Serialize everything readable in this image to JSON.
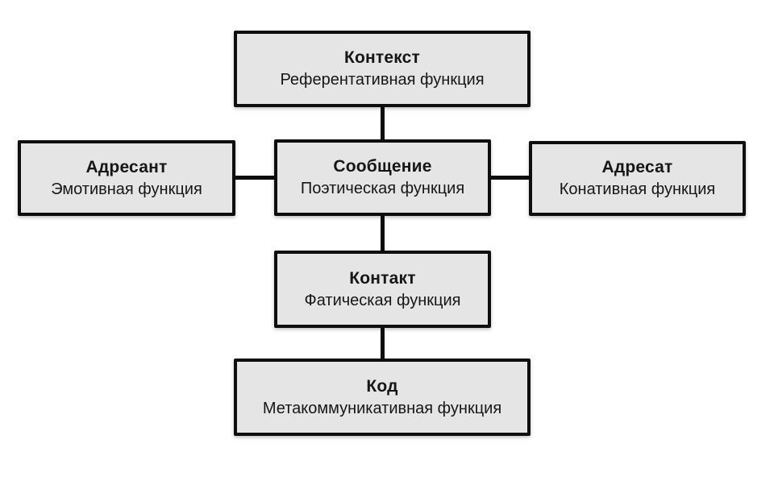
{
  "diagram": {
    "description": "Model of communication functions (Jakobson), Russian labels",
    "colors": {
      "background": "#ffffff",
      "box_fill": "#e4e5e4",
      "box_border": "#0e0e0e",
      "text": "#161616"
    },
    "nodes": [
      {
        "id": "context",
        "title": "Контекст",
        "subtitle": "Референтативная функция"
      },
      {
        "id": "addresser",
        "title": "Адресант",
        "subtitle": "Эмотивная функция"
      },
      {
        "id": "message",
        "title": "Сообщение",
        "subtitle": "Поэтическая функция"
      },
      {
        "id": "addressee",
        "title": "Адресат",
        "subtitle": "Конативная функция"
      },
      {
        "id": "contact",
        "title": "Контакт",
        "subtitle": "Фатическая функция"
      },
      {
        "id": "code",
        "title": "Код",
        "subtitle": "Метакоммуникативная функция"
      }
    ],
    "edges": [
      {
        "from": "context",
        "to": "message"
      },
      {
        "from": "addresser",
        "to": "message"
      },
      {
        "from": "message",
        "to": "addressee"
      },
      {
        "from": "message",
        "to": "contact"
      },
      {
        "from": "contact",
        "to": "code"
      }
    ]
  }
}
